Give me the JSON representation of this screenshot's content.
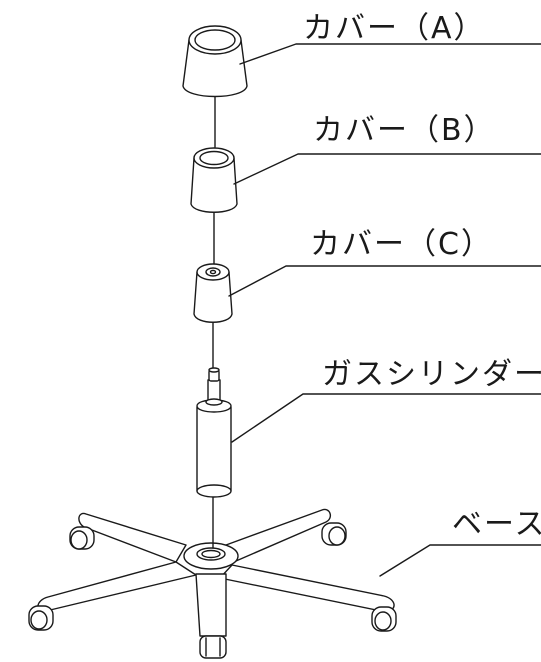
{
  "labels": {
    "cover_a": "カバー（A）",
    "cover_b": "カバー（B）",
    "cover_c": "カバー（C）",
    "gas_cylinder": "ガスシリンダー",
    "base": "ベース"
  },
  "colors": {
    "line": "#1a1a1a",
    "fill": "#ffffff"
  }
}
